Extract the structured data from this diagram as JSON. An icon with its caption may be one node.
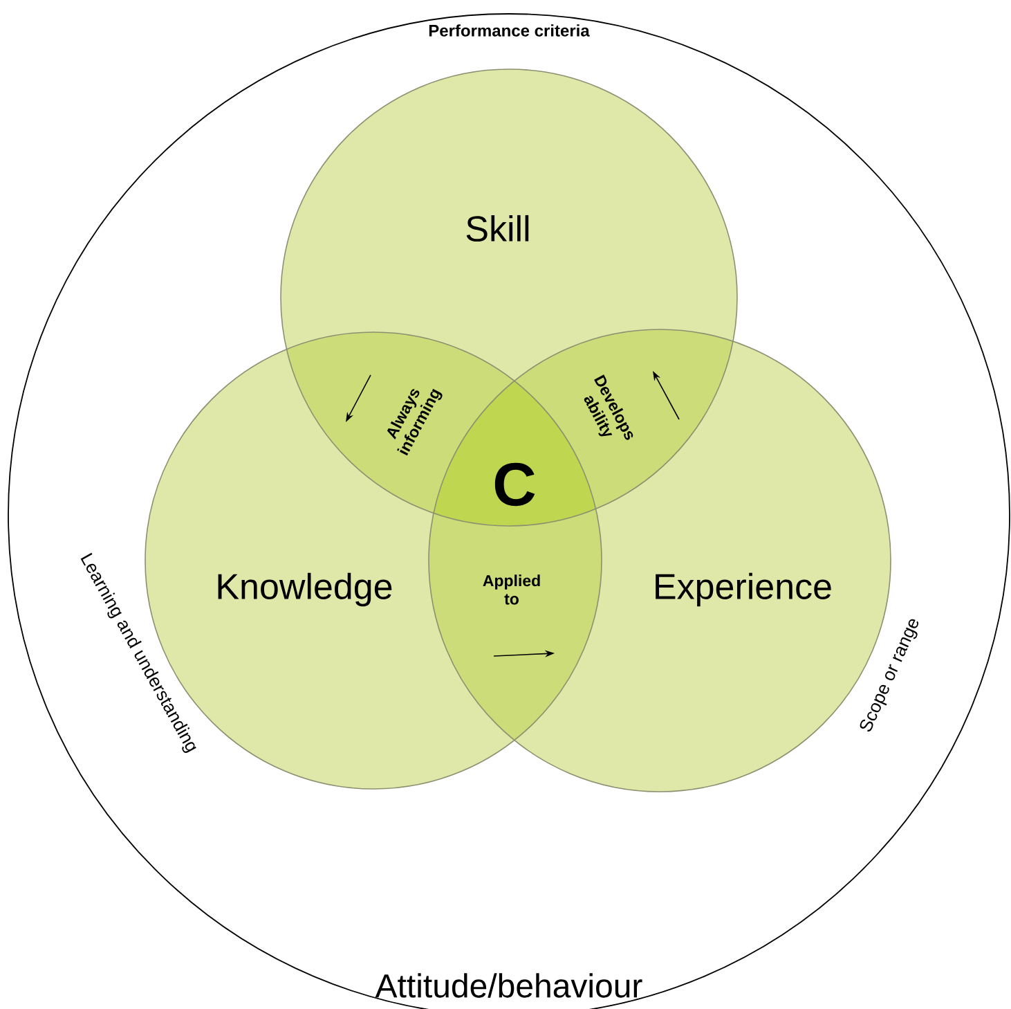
{
  "diagram": {
    "nodes": [
      {
        "text": [
          "Attitude/behaviour"
        ]
      },
      {
        "text": [
          "Skill"
        ],
        "in": 0
      },
      {
        "text": [
          "Knowledge"
        ],
        "in": 0
      },
      {
        "text": [
          "Experience"
        ],
        "in": 0
      }
    ],
    "labels": [
      "Performance criteria",
      "Always informing",
      "Develops ability",
      "C",
      "Applied to",
      "Learning and understanding",
      "Scope or range"
    ]
  }
}
